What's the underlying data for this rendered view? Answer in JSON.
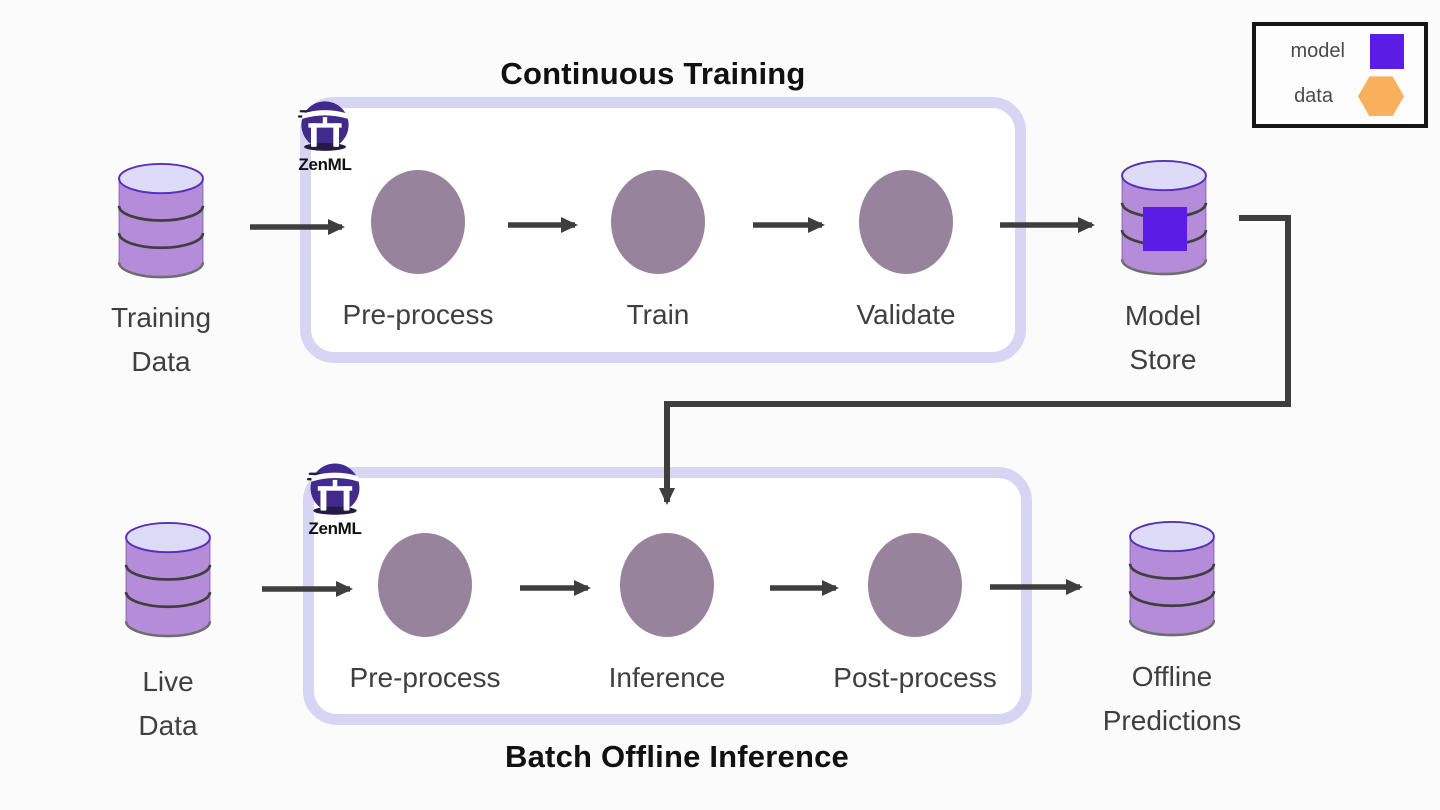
{
  "colors": {
    "background": "#FBFBFB",
    "frame_border": "#D7D5F3",
    "step_circle": "#97839B",
    "arrow": "#3E3E3E",
    "label_text": "#3F3F3F",
    "title_text": "#111111",
    "cylinder_body": "#B48CD8",
    "cylinder_top": "#DDDBF5",
    "cylinder_rim": "#5630B8",
    "model": "#5B1DE6",
    "data": "#F8B05C",
    "logo_purple": "#412A8C",
    "legend_border": "#161616"
  },
  "legend": {
    "model_label": "model",
    "data_label": "data"
  },
  "training_pipeline": {
    "title": "Continuous Training",
    "brand": "ZenML",
    "source": {
      "line1": "Training",
      "line2": "Data"
    },
    "steps": [
      {
        "label": "Pre-process"
      },
      {
        "label": "Train"
      },
      {
        "label": "Validate"
      }
    ],
    "sink": {
      "line1": "Model",
      "line2": "Store"
    }
  },
  "inference_pipeline": {
    "title": "Batch Offline Inference",
    "brand": "ZenML",
    "source": {
      "line1": "Live",
      "line2": "Data"
    },
    "steps": [
      {
        "label": "Pre-process"
      },
      {
        "label": "Inference"
      },
      {
        "label": "Post-process"
      }
    ],
    "sink": {
      "line1": "Offline",
      "line2": "Predictions"
    }
  }
}
